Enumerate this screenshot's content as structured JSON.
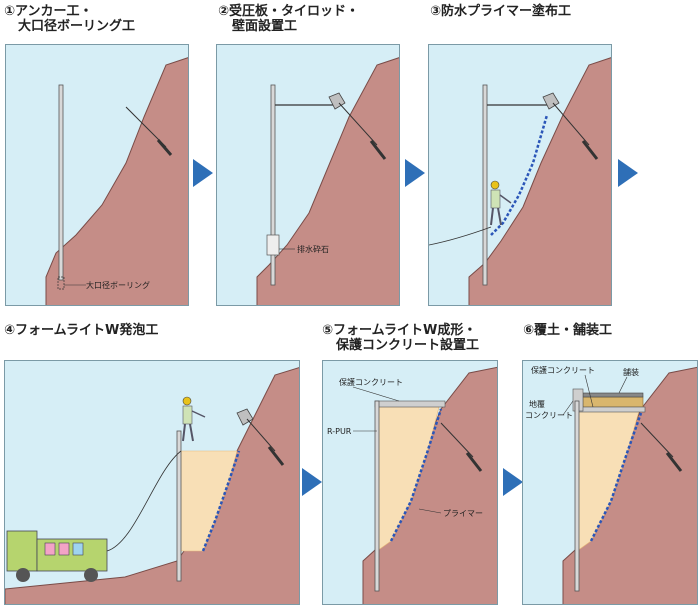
{
  "steps": [
    {
      "num": "①",
      "title_line1": "アンカー工・",
      "title_line2": "大口径ボーリング工"
    },
    {
      "num": "②",
      "title_line1": "受圧板・タイロッド・",
      "title_line2": "壁面設置工"
    },
    {
      "num": "③",
      "title_line1": "防水プライマー塗布工",
      "title_line2": ""
    },
    {
      "num": "④",
      "title_line1": "フォームライトW発泡工",
      "title_line2": ""
    },
    {
      "num": "⑤",
      "title_line1": "フォームライトW成形・",
      "title_line2": "保護コンクリート設置工"
    },
    {
      "num": "⑥",
      "title_line1": "覆土・舗装工",
      "title_line2": ""
    }
  ],
  "labels": {
    "p1_boring": "大口径ボーリング",
    "p2_drain": "排水砕石",
    "p5_concrete": "保護コンクリート",
    "p5_rpur": "R-PUR",
    "p5_primer": "プライマー",
    "p6_concrete": "保護コンクリート",
    "p6_pave": "舗装",
    "p6_ground1": "地覆",
    "p6_ground2": "コンクリート"
  },
  "colors": {
    "sky": "#d6eef6",
    "ground": "#c58d87",
    "ground_edge": "#7a4c48",
    "foam": "#f8dfb6",
    "foam_line": "#e9b97a",
    "arrow": "#2e6fb7",
    "primer": "#2b56b8"
  }
}
